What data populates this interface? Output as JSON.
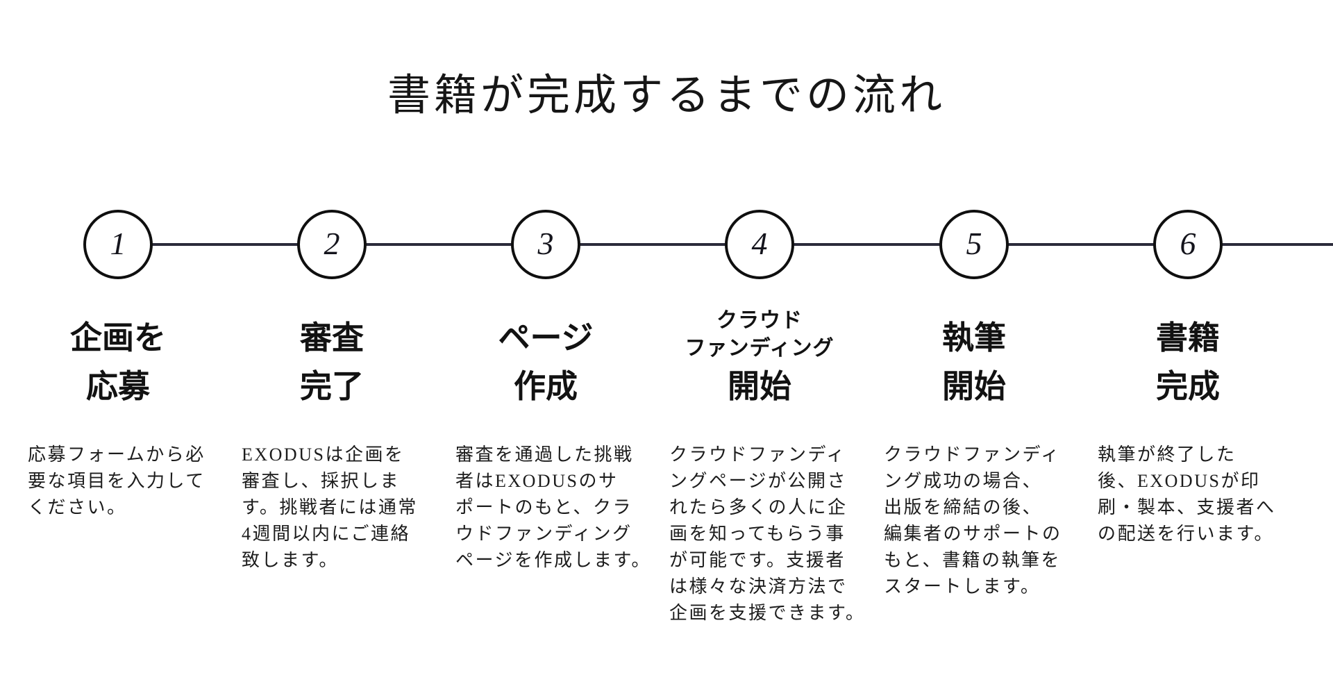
{
  "page": {
    "title": "書籍が完成するまでの流れ",
    "background_color": "#ffffff",
    "text_color": "#1a1a1a",
    "connector_line_color": "#2b2b3a",
    "circle_border_color": "#0f0f0f"
  },
  "steps": [
    {
      "number": "1",
      "title_lines": [
        "企画を",
        "応募"
      ],
      "description_lines": [
        "応募フォームから必",
        "要な項目を入力して",
        "ください。"
      ]
    },
    {
      "number": "2",
      "title_lines": [
        "審査",
        "完了"
      ],
      "description_lines": [
        "EXODUSは企画を",
        "審査し、採択しま",
        "す。挑戦者には通常",
        "4週間以内にご連絡",
        "致します。"
      ]
    },
    {
      "number": "3",
      "title_lines": [
        "ページ",
        "作成"
      ],
      "description_lines": [
        "審査を通過した挑戦",
        "者はEXODUSのサ",
        "ポートのもと、クラ",
        "ウドファンディング",
        "ページを作成します。"
      ]
    },
    {
      "number": "4",
      "title_small_lines": [
        "クラウド",
        "ファンディング"
      ],
      "title_lines": [
        "開始"
      ],
      "description_lines": [
        "クラウドファンディ",
        "ングページが公開さ",
        "れたら多くの人に企",
        "画を知ってもらう事",
        "が可能です。支援者",
        "は様々な決済方法で",
        "企画を支援できます。"
      ]
    },
    {
      "number": "5",
      "title_lines": [
        "執筆",
        "開始"
      ],
      "description_lines": [
        "クラウドファンディ",
        "ング成功の場合、",
        "出版を締結の後、",
        "編集者のサポートの",
        "もと、書籍の執筆を",
        "スタートします。"
      ]
    },
    {
      "number": "6",
      "title_lines": [
        "書籍",
        "完成"
      ],
      "description_lines": [
        "執筆が終了した",
        "後、EXODUSが印",
        "刷・製本、支援者へ",
        "の配送を行います。"
      ]
    }
  ]
}
